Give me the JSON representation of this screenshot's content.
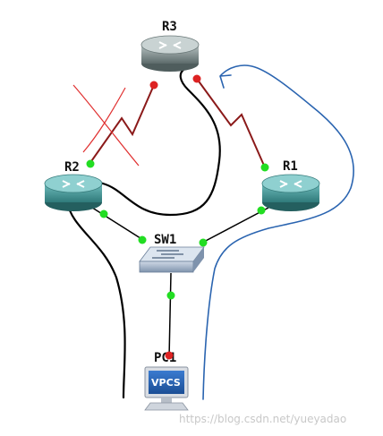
{
  "nodes": {
    "r3": {
      "label": "R3"
    },
    "r2": {
      "label": "R2"
    },
    "r1": {
      "label": "R1"
    },
    "sw1": {
      "label": "SW1"
    },
    "pc1": {
      "label": "PC1",
      "screen_text": "VPCS"
    }
  },
  "links": [
    {
      "from": "R3",
      "to": "R2",
      "type": "serial",
      "status": "up",
      "blocked": true
    },
    {
      "from": "R3",
      "to": "R1",
      "type": "serial",
      "status": "up"
    },
    {
      "from": "R2",
      "to": "SW1",
      "type": "ethernet",
      "status": "up"
    },
    {
      "from": "R1",
      "to": "SW1",
      "type": "ethernet",
      "status": "up"
    },
    {
      "from": "SW1",
      "to": "PC1",
      "type": "ethernet",
      "status": "up"
    }
  ],
  "annotations": {
    "black_path": "PC1 → SW1 → R2 → R3 (hand-drawn)",
    "blue_path": "PC1 → SW1 → R1 → R3 (hand-drawn)",
    "red_cross": "blocked link R2–R3"
  },
  "colors": {
    "serial_link": "#8b1a1a",
    "ethernet_link": "#000000",
    "status_up": "#22dd22",
    "status_down": "#dd2222",
    "black_path": "#000000",
    "blue_path": "#2a64b0",
    "cross": "#e03030",
    "router_body": "#3c8c8c",
    "router_r3_body": "#7a8a8a",
    "switch_body": "#9fb0c8"
  },
  "watermark": "https://blog.csdn.net/yueyadao"
}
